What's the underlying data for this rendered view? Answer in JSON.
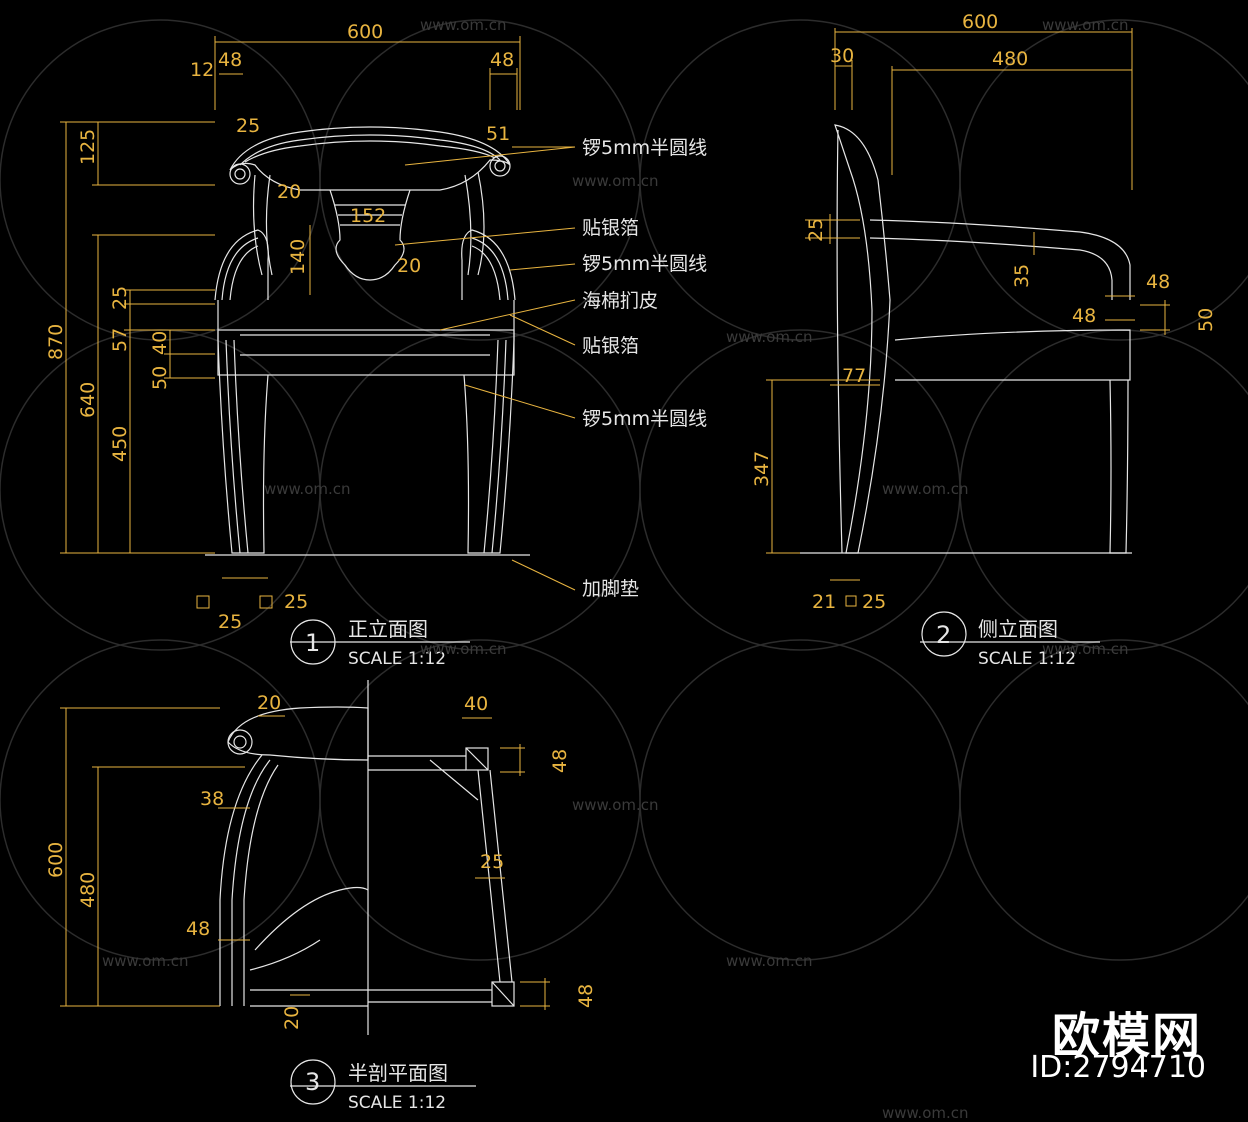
{
  "colors": {
    "background": "#000000",
    "dimension": "#e8b440",
    "linework": "#e6e6e6",
    "watermark": "#3a3a3a"
  },
  "watermark": {
    "brand": "欧模网",
    "id": "ID:2794710",
    "site": "www.om.cn"
  },
  "views": [
    {
      "number": "1",
      "title": "正立面图",
      "scale": "SCALE 1:12"
    },
    {
      "number": "2",
      "title": "侧立面图",
      "scale": "SCALE 1:12"
    },
    {
      "number": "3",
      "title": "半剖平面图",
      "scale": "SCALE 1:12"
    }
  ],
  "notes": [
    "锣5mm半圆线",
    "贴银箔",
    "锣5mm半圆线",
    "海棉扪皮",
    "贴银箔",
    "锣5mm半圆线",
    "加脚垫"
  ],
  "dims_front": [
    "600",
    "12",
    "48",
    "48",
    "25",
    "51",
    "125",
    "20",
    "152",
    "20",
    "140",
    "870",
    "640",
    "450",
    "25",
    "57",
    "40",
    "50",
    "25",
    "25"
  ],
  "dims_side": [
    "600",
    "30",
    "480",
    "25",
    "35",
    "48",
    "48",
    "50",
    "77",
    "347",
    "21",
    "25"
  ],
  "dims_plan": [
    "20",
    "40",
    "48",
    "38",
    "25",
    "600",
    "480",
    "48",
    "20",
    "48"
  ]
}
